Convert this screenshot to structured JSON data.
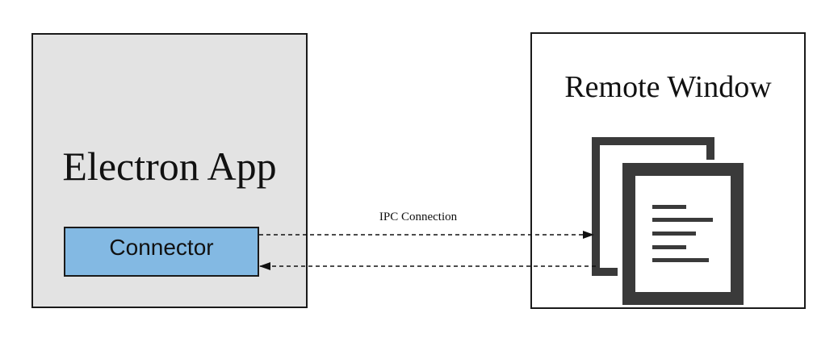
{
  "diagram": {
    "nodes": {
      "electron_app": {
        "label": "Electron App",
        "fill": "#e3e3e3"
      },
      "connector": {
        "label": "Connector",
        "fill": "#83b9e3"
      },
      "remote_window": {
        "label": "Remote Window",
        "fill": "#ffffff"
      }
    },
    "edges": [
      {
        "from": "connector",
        "to": "remote_window",
        "style": "dashed",
        "label": "IPC Connection"
      },
      {
        "from": "remote_window",
        "to": "connector",
        "style": "dashed"
      }
    ],
    "icons": {
      "remote_window_icon": "documents-icon"
    }
  }
}
